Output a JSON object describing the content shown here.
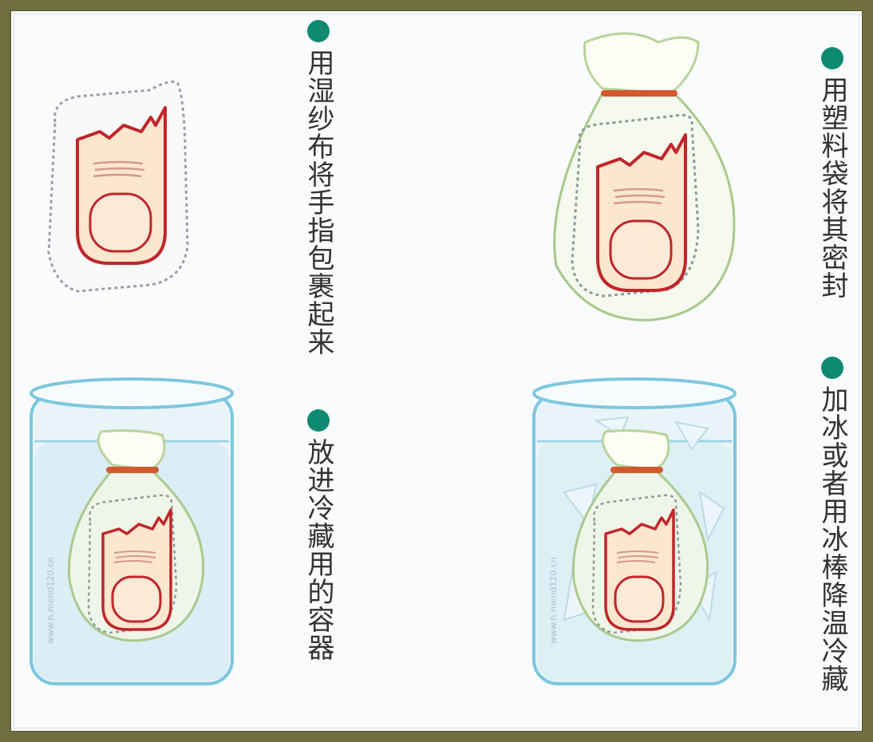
{
  "steps": [
    {
      "text": "用湿纱布将手指包裹起来"
    },
    {
      "text": "用塑料袋将其密封"
    },
    {
      "text": "放进冷藏用的容器"
    },
    {
      "text": "加冰或者用冰棒降温冷藏"
    }
  ],
  "watermark": "www.h.mend120.cn",
  "colors": {
    "frame": "#6f6f42",
    "bullet": "#0f8a72",
    "finger_outline": "#c0262a",
    "finger_fill": "#fbe6cf",
    "bag_outline": "#a8c98a",
    "tie": "#d4582e",
    "glass": "#7cc7df"
  },
  "icons": [
    "finger-wrapped-icon",
    "sealed-bag-icon",
    "container-icon",
    "ice-container-icon"
  ]
}
